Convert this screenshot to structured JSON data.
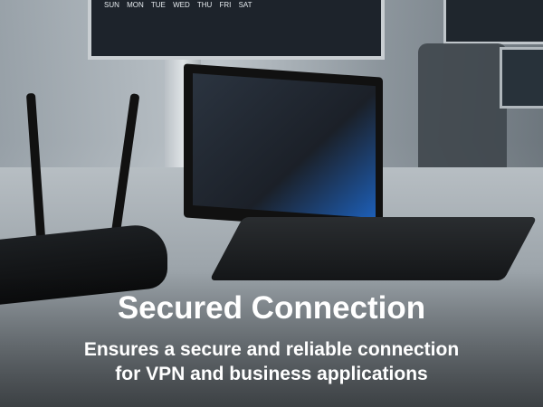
{
  "background_monitor": {
    "days": "SUN MON TUE WED THU FRI SAT"
  },
  "headline": "Secured Connection",
  "subheadline_line1": "Ensures a secure and reliable connection",
  "subheadline_line2": "for VPN and business applications"
}
